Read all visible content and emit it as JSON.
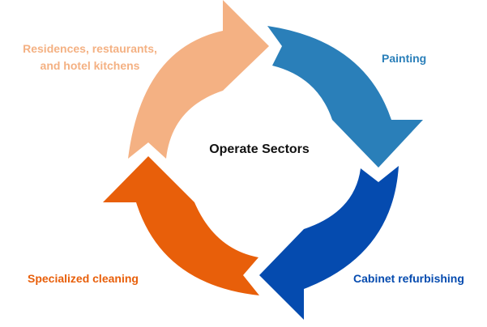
{
  "diagram": {
    "type": "cycle",
    "center_title": "Operate Sectors",
    "steps": [
      {
        "label_lines": [
          "Residences, restaurants,",
          "and hotel kitchens"
        ],
        "color": "#F4B183",
        "direction": "clockwise"
      },
      {
        "label_lines": [
          "Painting"
        ],
        "color": "#2A7FB9",
        "direction": "clockwise"
      },
      {
        "label_lines": [
          "Cabinet refurbishing"
        ],
        "color": "#054BAF",
        "direction": "clockwise"
      },
      {
        "label_lines": [
          "Specialized cleaning"
        ],
        "color": "#E85F0A",
        "direction": "clockwise"
      }
    ]
  }
}
